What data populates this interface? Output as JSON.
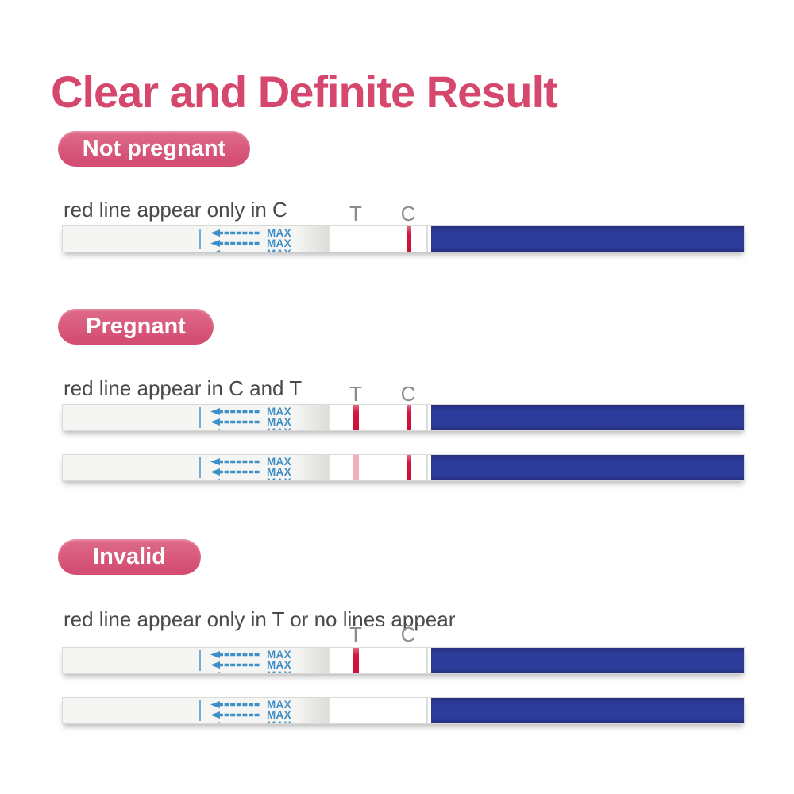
{
  "title": "Clear and Definite Result",
  "strip_labels": {
    "t": "T",
    "c": "C",
    "max": "MAX"
  },
  "sections": [
    {
      "badge": "Not pregnant",
      "description": "red line appear only in C",
      "strips": [
        {
          "t_line": "none",
          "c_line": "strong"
        }
      ]
    },
    {
      "badge": "Pregnant",
      "description": "red line appear in C and T",
      "strips": [
        {
          "t_line": "strong",
          "c_line": "strong"
        },
        {
          "t_line": "faint",
          "c_line": "strong"
        }
      ]
    },
    {
      "badge": "Invalid",
      "description": "red line appear only in T or no lines appear",
      "strips": [
        {
          "t_line": "strong",
          "c_line": "none"
        },
        {
          "t_line": "none",
          "c_line": "none"
        }
      ]
    }
  ],
  "colors": {
    "title": "#d5476d",
    "badge_gradient_top": "#df6b8a",
    "badge_gradient_bottom": "#d44e74",
    "badge_text": "#ffffff",
    "description_text": "#4a4a4a",
    "tc_label": "#8c8c8c",
    "strip_blue": "#3e8ec6",
    "handle_navy": "#2c3c9a",
    "result_line_red": "#d2163d",
    "result_line_faint_pink": "#f2adbd"
  }
}
